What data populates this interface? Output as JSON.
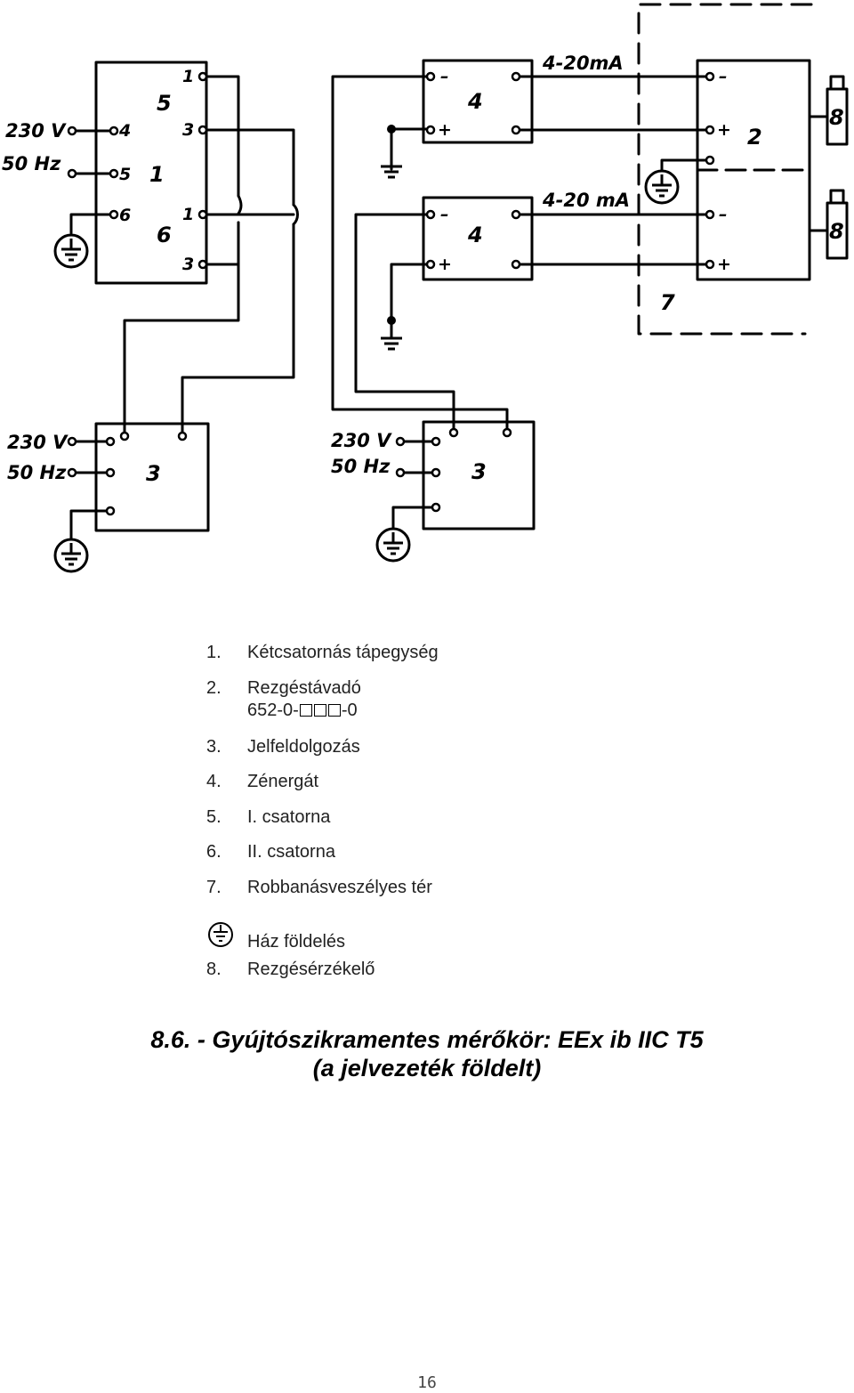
{
  "diagram": {
    "supply_230v": "230 V",
    "supply_50hz": "50 Hz",
    "signal_a": "4-20mA",
    "signal_b": "4-20 mA",
    "unit1_numbers": [
      "5",
      "1",
      "6"
    ],
    "unit1_terminals": [
      "1",
      "3",
      "4",
      "5",
      "6",
      "1",
      "3"
    ],
    "zener_number": "4",
    "transmitter_number": "2",
    "processing_number": "3",
    "hazard_zone_number": "7",
    "sensor_number": "8",
    "minus": "–",
    "plus": "+"
  },
  "legend": [
    {
      "num": "1.",
      "text": "Kétcsatornás tápegység"
    },
    {
      "num": "2.",
      "text": "Rezgéstávadó",
      "code_prefix": "652-0-",
      "code_suffix": "-0"
    },
    {
      "num": "3.",
      "text": "Jelfeldolgozás"
    },
    {
      "num": "4.",
      "text": "Zénergát"
    },
    {
      "num": "5.",
      "text": "I. csatorna"
    },
    {
      "num": "6.",
      "text": "II. csatorna"
    },
    {
      "num": "7.",
      "text": "Robbanásveszélyes tér"
    },
    {
      "num": "",
      "text": "Ház földelés",
      "icon": "ground-icon"
    },
    {
      "num": "8.",
      "text": "Rezgésérzékelő"
    }
  ],
  "caption": {
    "line1": "8.6. - Gyújtószikramentes mérőkör: EEx ib IIC T5",
    "line2": "(a jelvezeték földelt)"
  },
  "page_number": "16"
}
